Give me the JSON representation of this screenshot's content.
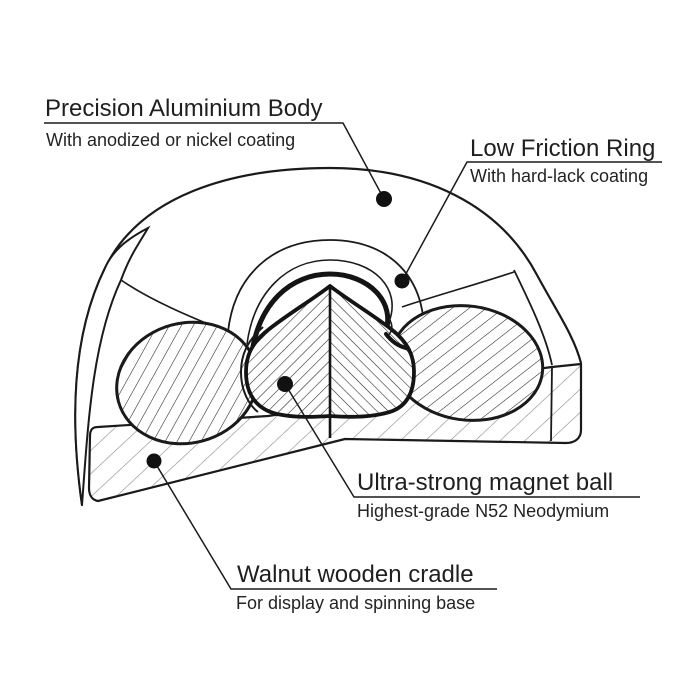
{
  "figure": {
    "type": "product-cutaway-diagram",
    "background_color": "#ffffff",
    "line_color": "#1a1a1a",
    "wood_hatch_color": "#8d8d8d"
  },
  "callouts": [
    {
      "part": "aluminium-body",
      "title": "Precision Aluminium Body",
      "subtitle": "With anodized or nickel coating"
    },
    {
      "part": "friction-ring",
      "title": "Low Friction Ring",
      "subtitle": "With hard-lack coating"
    },
    {
      "part": "magnet-ball",
      "title": "Ultra-strong magnet ball",
      "subtitle": "Highest-grade N52 Neodymium"
    },
    {
      "part": "wooden-cradle",
      "title": "Walnut wooden cradle",
      "subtitle": "For display and spinning base"
    }
  ]
}
